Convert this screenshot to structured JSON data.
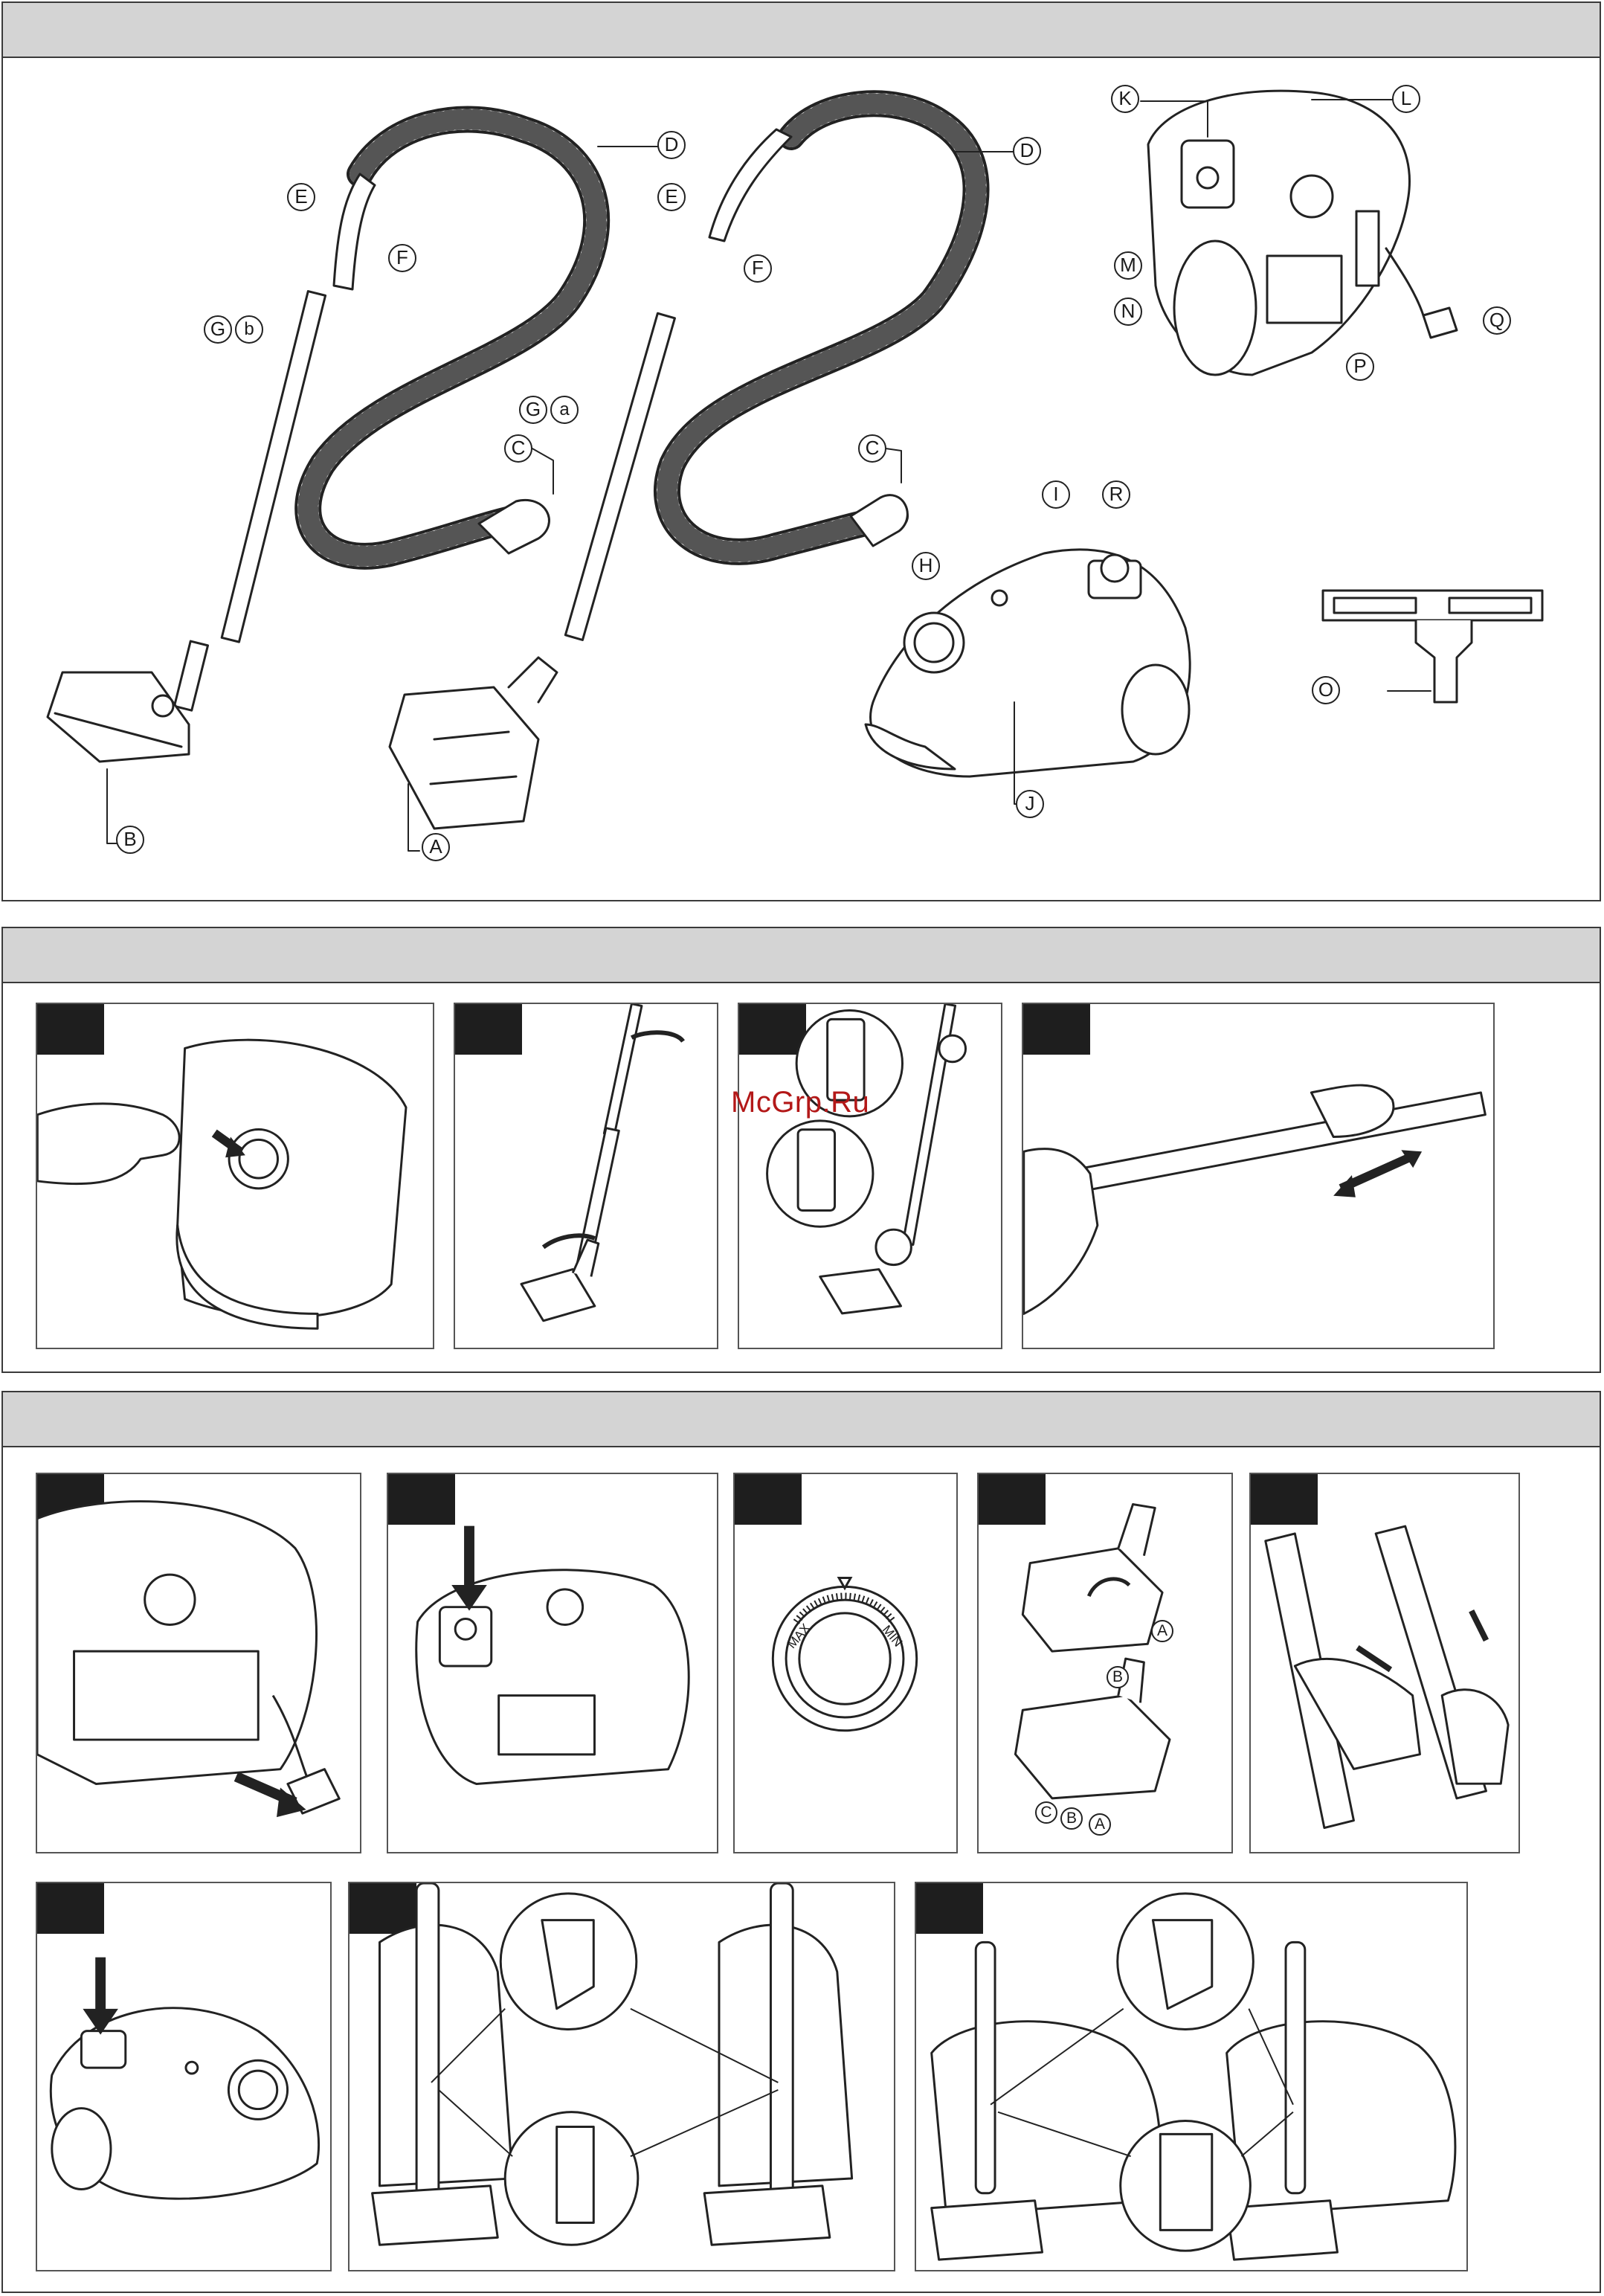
{
  "watermark": "McGrp.Ru",
  "overview": {
    "parts": [
      {
        "id": "A",
        "text": "A"
      },
      {
        "id": "B",
        "text": "B"
      },
      {
        "id": "C1",
        "text": "C"
      },
      {
        "id": "C2",
        "text": "C"
      },
      {
        "id": "D1",
        "text": "D"
      },
      {
        "id": "D2",
        "text": "D"
      },
      {
        "id": "E1",
        "text": "E"
      },
      {
        "id": "E2",
        "text": "E"
      },
      {
        "id": "F1",
        "text": "F"
      },
      {
        "id": "F2",
        "text": "F"
      },
      {
        "id": "G1",
        "text": "G"
      },
      {
        "id": "G2",
        "text": "G"
      },
      {
        "id": "a",
        "text": "a"
      },
      {
        "id": "b",
        "text": "b"
      },
      {
        "id": "H",
        "text": "H"
      },
      {
        "id": "I",
        "text": "I"
      },
      {
        "id": "J",
        "text": "J"
      },
      {
        "id": "K",
        "text": "K"
      },
      {
        "id": "L",
        "text": "L"
      },
      {
        "id": "M",
        "text": "M"
      },
      {
        "id": "N",
        "text": "N"
      },
      {
        "id": "O",
        "text": "O"
      },
      {
        "id": "P",
        "text": "P"
      },
      {
        "id": "Q",
        "text": "Q"
      },
      {
        "id": "R",
        "text": "R"
      }
    ]
  },
  "dial": {
    "max": "MAX",
    "min": "MIN"
  },
  "nozzle_labels": {
    "a1": "A",
    "b1": "B",
    "c2": "C",
    "b2": "B",
    "a2": "A"
  },
  "icons": [
    "vacuum-cleaner-icon",
    "hose-icon",
    "telescopic-tube-icon",
    "floor-nozzle-icon",
    "power-cord-icon",
    "plug-icon",
    "arrow-icon"
  ]
}
